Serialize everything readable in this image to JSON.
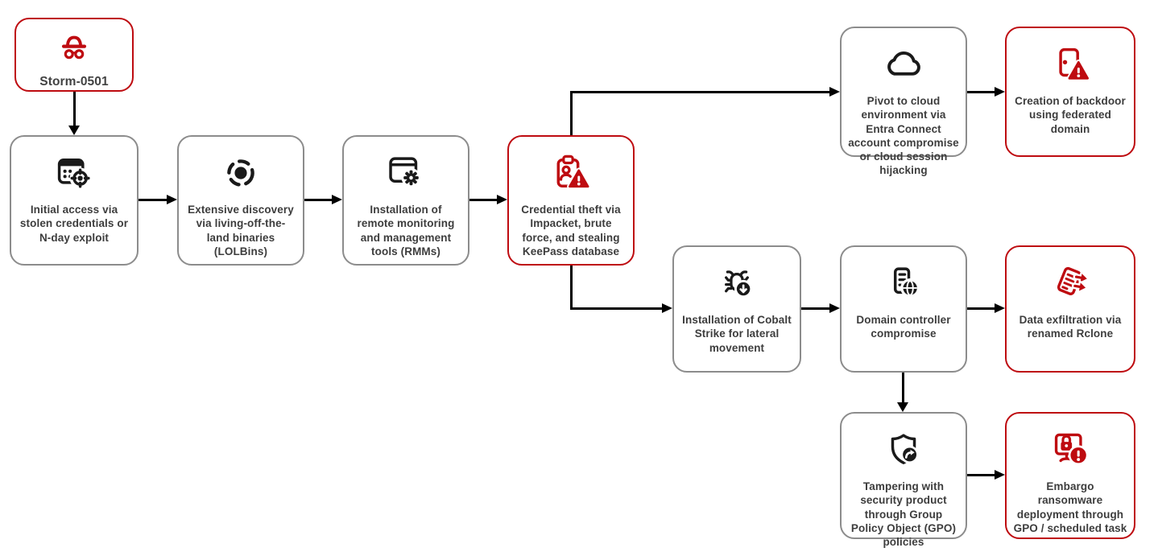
{
  "colors": {
    "accent_red": "#be0b10",
    "border_gray": "#8c8c8c",
    "icon_black": "#1a1a1a",
    "text": "#3d3d3d",
    "connector": "#000000"
  },
  "nodes": {
    "actor": {
      "label": "Storm-0501",
      "icon": "incognito-icon",
      "style": "red"
    },
    "initial_access": {
      "label": "Initial access via stolen credentials or N-day exploit",
      "icon": "calendar-target-icon",
      "style": "gray"
    },
    "discovery": {
      "label": "Extensive discovery via living-off-the-land binaries (LOLBins)",
      "icon": "scan-discovery-icon",
      "style": "gray"
    },
    "rmm": {
      "label": "Installation of remote monitoring and management tools (RMMs)",
      "icon": "window-gear-icon",
      "style": "gray"
    },
    "credential_theft": {
      "label": "Credential theft via Impacket, brute force, and stealing KeePass database",
      "icon": "clipboard-person-warning-icon",
      "style": "red"
    },
    "cloud_pivot": {
      "label": "Pivot to cloud environment via Entra Connect account compromise or cloud session hijacking",
      "icon": "cloud-icon",
      "style": "gray"
    },
    "backdoor": {
      "label": "Creation of backdoor using federated domain",
      "icon": "door-warning-icon",
      "style": "red"
    },
    "cobalt_strike": {
      "label": "Installation of Cobalt Strike for lateral movement",
      "icon": "bug-download-icon",
      "style": "gray"
    },
    "domain_controller": {
      "label": "Domain controller compromise",
      "icon": "server-globe-icon",
      "style": "gray"
    },
    "exfiltration": {
      "label": "Data exfiltration via renamed Rclone",
      "icon": "document-exfil-icon",
      "style": "red"
    },
    "tampering": {
      "label": "Tampering with security product through Group Policy Object (GPO) policies",
      "icon": "shield-redirect-icon",
      "style": "gray"
    },
    "ransomware": {
      "label": "Embargo ransomware deployment through GPO / scheduled task",
      "icon": "monitor-lock-alert-icon",
      "style": "red"
    }
  },
  "edges": [
    {
      "from": "actor",
      "to": "initial_access"
    },
    {
      "from": "initial_access",
      "to": "discovery"
    },
    {
      "from": "discovery",
      "to": "rmm"
    },
    {
      "from": "rmm",
      "to": "credential_theft"
    },
    {
      "from": "credential_theft",
      "to": "cloud_pivot"
    },
    {
      "from": "cloud_pivot",
      "to": "backdoor"
    },
    {
      "from": "credential_theft",
      "to": "cobalt_strike"
    },
    {
      "from": "cobalt_strike",
      "to": "domain_controller"
    },
    {
      "from": "domain_controller",
      "to": "exfiltration"
    },
    {
      "from": "domain_controller",
      "to": "tampering"
    },
    {
      "from": "tampering",
      "to": "ransomware"
    }
  ]
}
